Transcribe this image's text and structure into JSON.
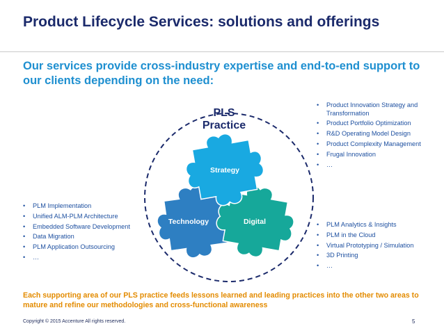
{
  "slide": {
    "title": "Product Lifecycle Services: solutions and offerings",
    "subtitle": "Our services provide cross-industry expertise and end-to-end support to our clients depending on the need:"
  },
  "diagram": {
    "practice_line1": "PLS",
    "practice_line2": "Practice",
    "pieces": {
      "strategy": "Strategy",
      "technology": "Technology",
      "digital": "Digital"
    },
    "colors": {
      "strategy": "#19a9e1",
      "technology": "#2e7fc2",
      "digital": "#16a89a",
      "circle": "#1b2a6b"
    }
  },
  "lists": {
    "strategy": [
      "Product Innovation Strategy and Transformation",
      "Product Portfolio Optimization",
      "R&D Operating Model Design",
      "Product Complexity Management",
      "Frugal Innovation",
      "…"
    ],
    "digital": [
      "PLM Analytics & Insights",
      "PLM in the Cloud",
      "Virtual Prototyping / Simulation",
      "3D Printing",
      "…"
    ],
    "technology": [
      "PLM Implementation",
      "Unified ALM-PLM Architecture",
      "Embedded Software Development",
      "Data Migration",
      "PLM Application Outsourcing",
      "…"
    ],
    "bullet_glyph": "•"
  },
  "footer": {
    "note": "Each supporting area of our PLS practice feeds lessons learned and leading practices into the other two areas to mature and refine our methodologies and cross-functional awareness",
    "copyright": "Copyright © 2015 Accenture All rights reserved.",
    "page_number": "5"
  }
}
